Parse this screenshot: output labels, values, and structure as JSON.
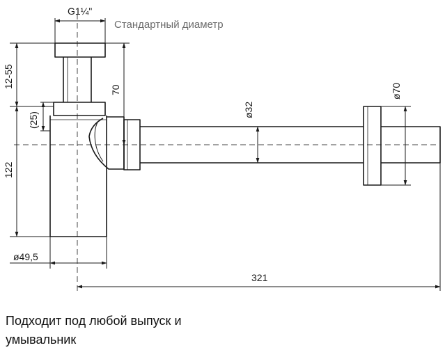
{
  "diagram": {
    "dims": {
      "thread": "G1¼\"",
      "standard_note": "Стандартный диаметр",
      "adjust_height": "12-55",
      "overlap": "(25)",
      "body_height": "122",
      "stem_height": "70",
      "pipe_diameter": "ø32",
      "flange_diameter": "ø70",
      "body_diameter": "ø49,5",
      "total_length": "321"
    }
  },
  "caption": {
    "line1": "Подходит под любой выпуск и",
    "line2": "умывальник"
  }
}
